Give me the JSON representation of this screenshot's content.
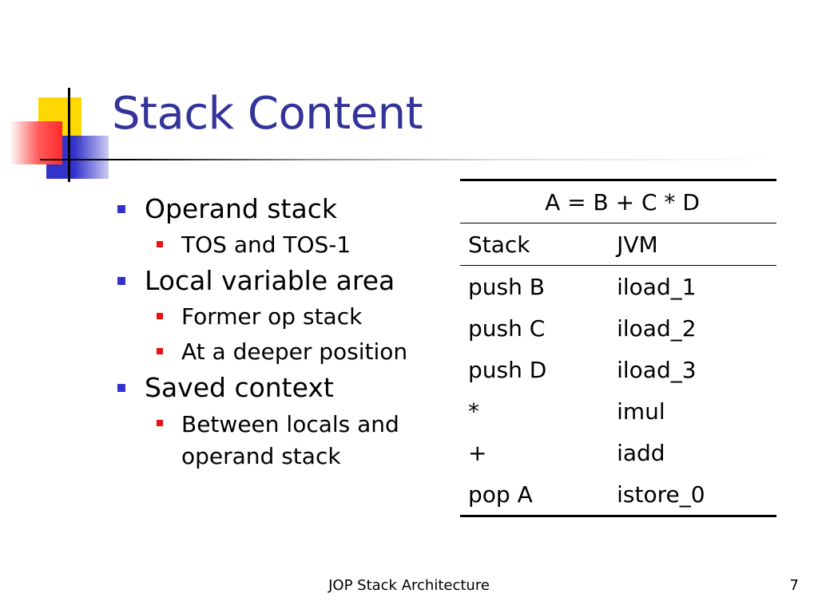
{
  "title": "Stack Content",
  "colors": {
    "title": "#333399",
    "bullet_l1": "#3333cc",
    "bullet_l2": "#ee1111",
    "deco_yellow": "#ffd800",
    "deco_red": "#ff2a2a"
  },
  "bullets": [
    {
      "text": "Operand stack",
      "sub": [
        "TOS and TOS-1"
      ]
    },
    {
      "text": "Local variable area",
      "sub": [
        "Former op stack",
        "At a deeper position"
      ]
    },
    {
      "text": "Saved context",
      "sub": [
        "Between locals and",
        "operand stack"
      ]
    }
  ],
  "table": {
    "caption": "A = B + C * D",
    "headers": [
      "Stack",
      "JVM"
    ],
    "rows": [
      [
        "push B",
        "iload_1"
      ],
      [
        "push C",
        "iload_2"
      ],
      [
        "push D",
        "iload_3"
      ],
      [
        "*",
        "imul"
      ],
      [
        "+",
        "iadd"
      ],
      [
        "pop A",
        "istore_0"
      ]
    ]
  },
  "footer": "JOP Stack Architecture",
  "slide_number": "7"
}
